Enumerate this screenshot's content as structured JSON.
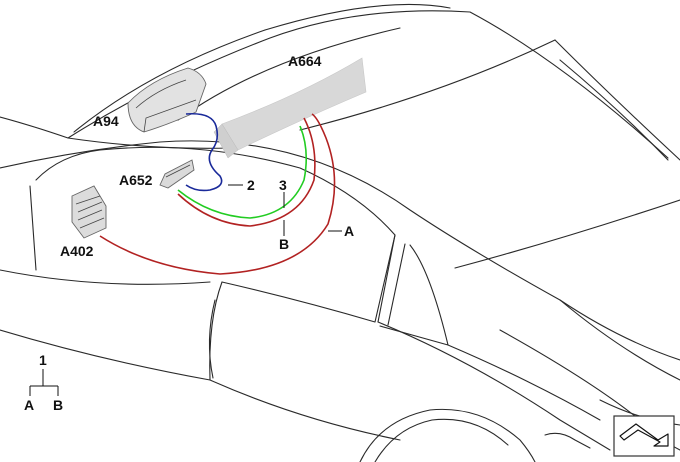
{
  "diagram": {
    "components": {
      "a94": "A94",
      "a664": "A664",
      "a652": "A652",
      "a402": "A402"
    },
    "callouts": {
      "item2": "2",
      "item3": "3",
      "wire_a": "A",
      "wire_b": "B"
    },
    "legend": {
      "root": "1",
      "branch_a": "A",
      "branch_b": "B"
    },
    "colors": {
      "wire_blue": "#1a2a9a",
      "wire_green": "#22cc22",
      "wire_red": "#b22222",
      "component_fill": "#d6d6d6",
      "airbag_fill": "#e0e0e0"
    },
    "icons": [
      "car-body-outline",
      "airbag-module",
      "control-unit",
      "navigation-arrow-icon"
    ]
  }
}
